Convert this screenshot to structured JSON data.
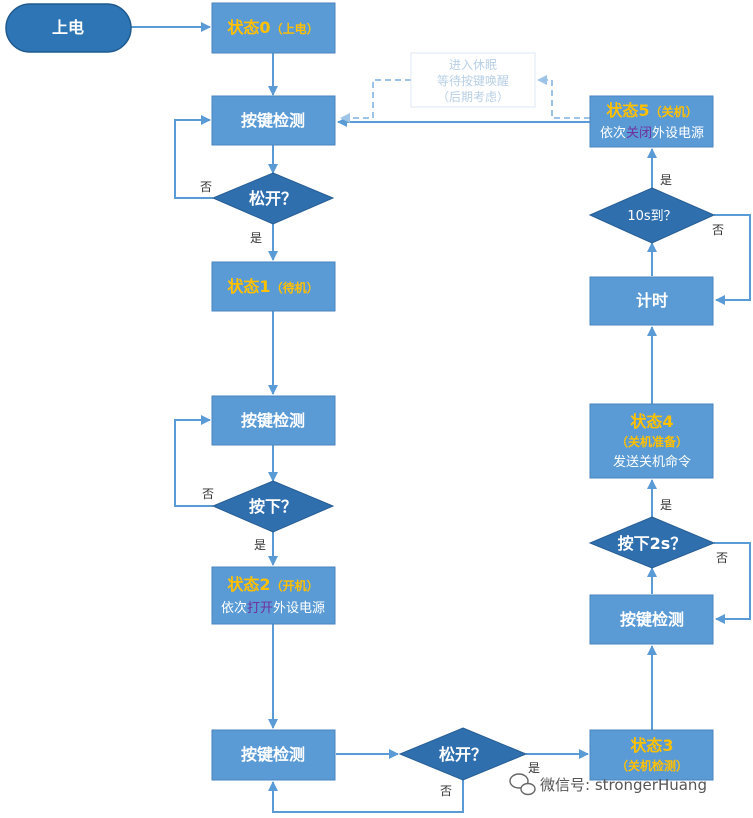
{
  "colors": {
    "box": "#5b9bd5",
    "decision": "#2f6fae",
    "terminal": "#2e75b6",
    "state_text": "#ffc000",
    "highlight_text": "#7030a0",
    "note_text": "#b8cfe6"
  },
  "nodes": {
    "power_on": "上电",
    "state0": {
      "title": "状态0",
      "sub": "（上电）"
    },
    "detect1": "按键检测",
    "release1": "松开？",
    "state1": {
      "title": "状态1",
      "sub": "（待机）"
    },
    "detect2": "按键检测",
    "press": "按下？",
    "state2": {
      "title": "状态2",
      "sub": "（开机）",
      "desc_a": "依次",
      "desc_hl": "打开",
      "desc_b": "外设电源"
    },
    "detect3": "按键检测",
    "release2": "松开？",
    "state3": {
      "title": "状态3",
      "sub": "（关机检测）"
    },
    "detect4": "按键检测",
    "press2s": "按下2s？",
    "state4": {
      "title": "状态4",
      "sub": "（关机准备）",
      "desc": "发送关机命令"
    },
    "timer": "计时",
    "timeout": "10s到？",
    "state5": {
      "title": "状态5",
      "sub": "（关机）",
      "desc_a": "依次",
      "desc_hl": "关闭",
      "desc_b": "外设电源"
    }
  },
  "labels": {
    "yes": "是",
    "no": "否"
  },
  "note": {
    "line1": "进入休眠",
    "line2": "等待按键唤醒",
    "line3": "（后期考虑）"
  },
  "watermark": "微信号: strongerHuang"
}
